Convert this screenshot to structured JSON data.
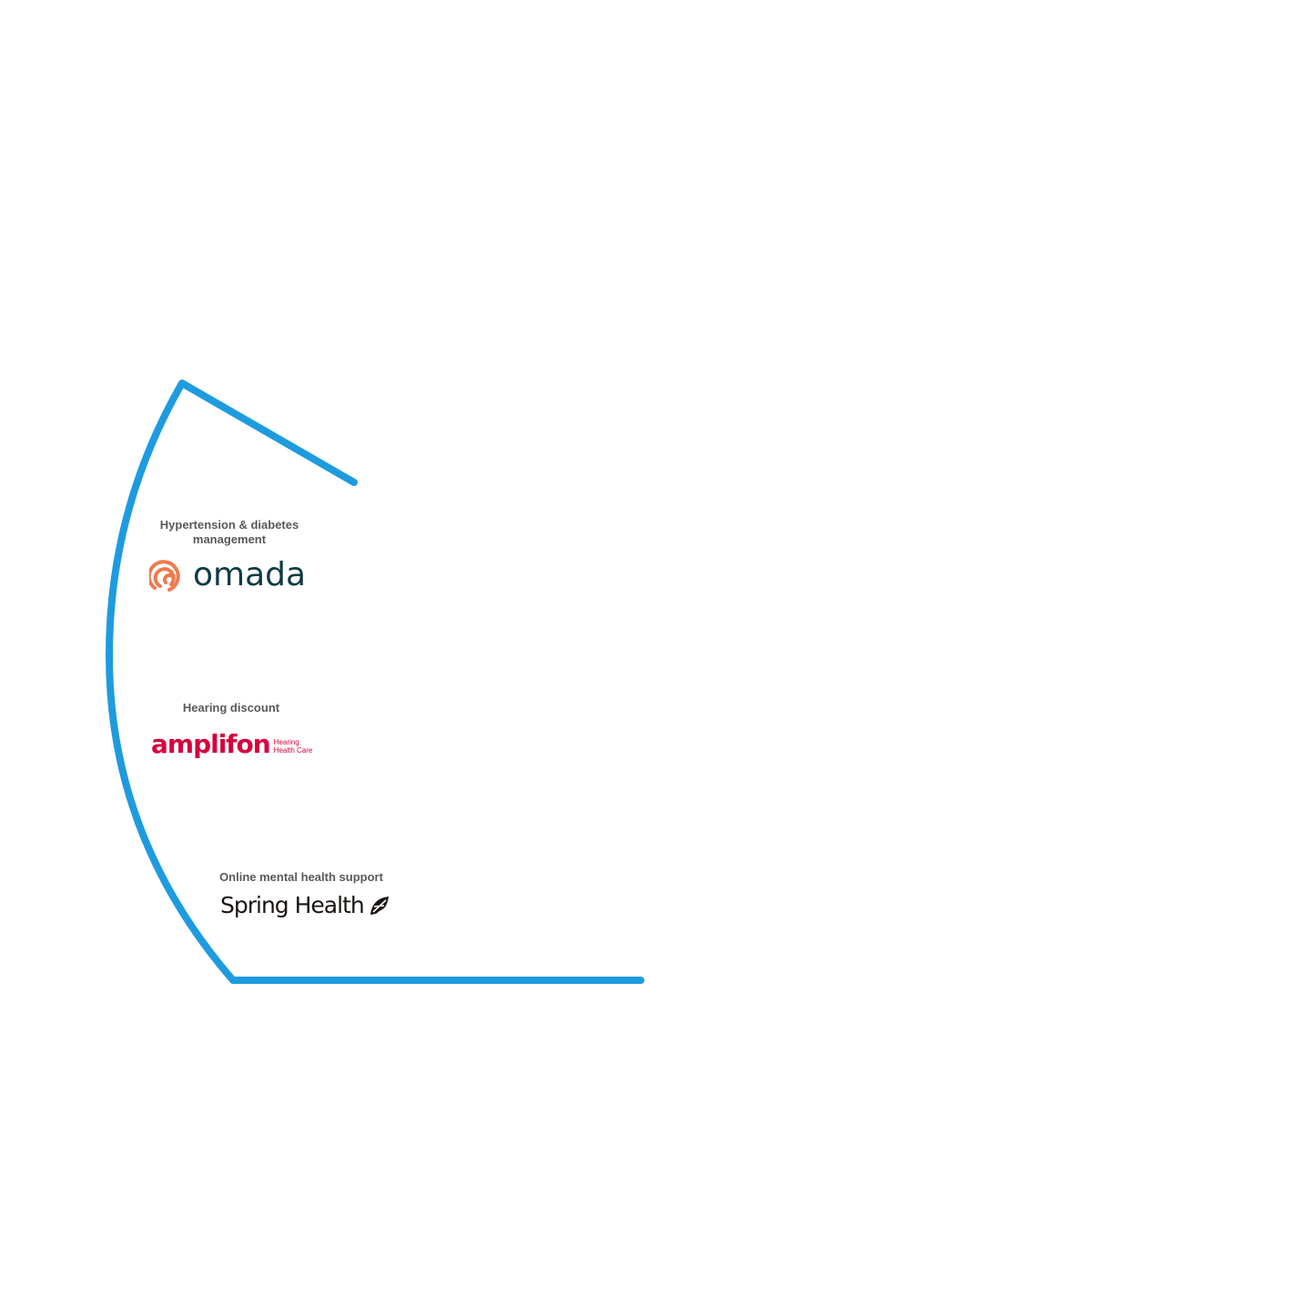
{
  "colors": {
    "frame": "#1E9BDF",
    "label": "#58595b",
    "omada_text": "#0f3b44",
    "omada_mark": "#ef7a4c",
    "amplifon": "#d6003d",
    "spring": "#1a1511"
  },
  "items": [
    {
      "label": "Hypertension & diabetes management",
      "label_line1": "Hypertension & diabetes",
      "label_line2": "management",
      "logo_text": "omada"
    },
    {
      "label": "Hearing discount",
      "logo_text": "amplifon",
      "logo_sub1": "Hearing",
      "logo_sub2": "Health Care"
    },
    {
      "label": "Online mental health support",
      "logo_text": "Spring Health"
    }
  ]
}
